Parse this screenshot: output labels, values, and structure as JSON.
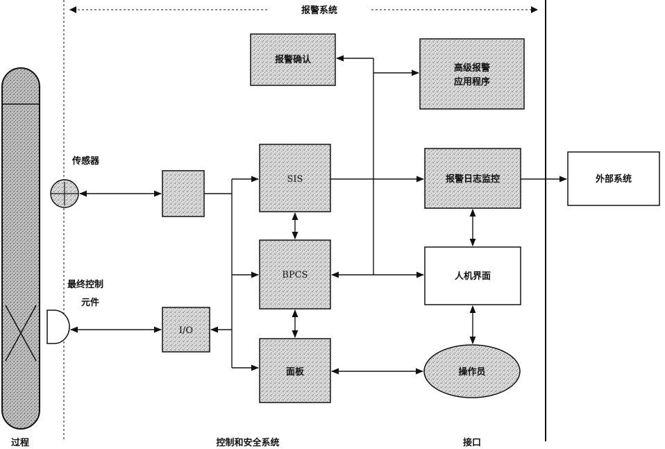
{
  "top_label": "报警系统",
  "nodes": {
    "sensor_label": "传感器",
    "final_element_label_line1": "最终控制",
    "final_element_label_line2": "元件",
    "top_left_box": "报警确认",
    "high_alarm_line1": "高级报警",
    "high_alarm_line2": "应用程序",
    "sis": "SIS",
    "alarm_log": "报警日志监控",
    "external": "外部系统",
    "bpcs": "BPCS",
    "hmi": "人机界面",
    "io": "I/O",
    "panel": "面板",
    "operator": "操作员"
  },
  "bottom_labels": {
    "process": "过程",
    "control_safety": "控制和安全系统",
    "interface": "接口"
  }
}
